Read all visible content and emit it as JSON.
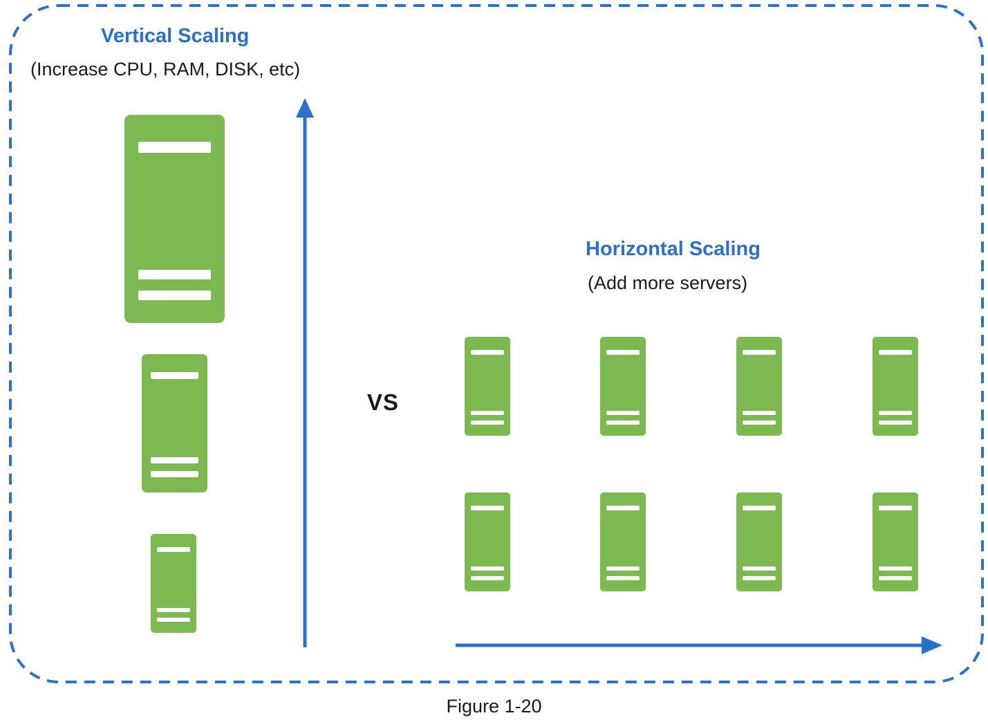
{
  "diagram": {
    "vertical": {
      "title": "Vertical Scaling",
      "subtitle": "(Increase CPU, RAM, DISK, etc)",
      "server_count": 3
    },
    "horizontal": {
      "title": "Horizontal Scaling",
      "subtitle": "(Add more servers)",
      "server_count": 8
    },
    "vs_label": "VS",
    "caption": "Figure 1-20"
  },
  "icons": {
    "server": "server-icon",
    "up_arrow": "up-arrow-icon",
    "right_arrow": "right-arrow-icon",
    "dashed_border": "dashed-border"
  },
  "colors": {
    "server_green": "#7CB950",
    "accent_blue": "#2B70C9",
    "text": "#1A1A1A",
    "background": "#FFFFFF"
  }
}
